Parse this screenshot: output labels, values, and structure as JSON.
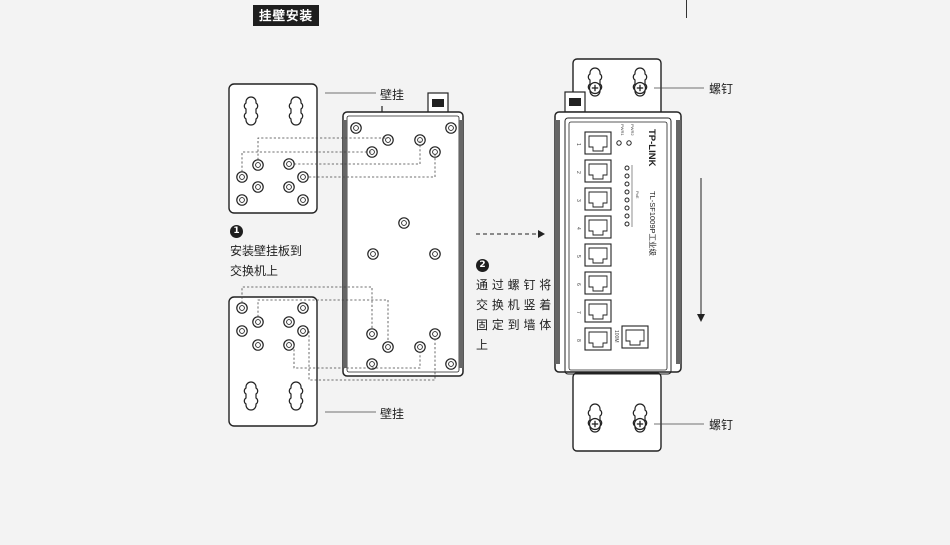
{
  "section_title": "挂壁安装",
  "labels": {
    "wall_mount_top": "壁挂",
    "wall_mount_bottom": "壁挂",
    "screw_top": "螺钉",
    "screw_bottom": "螺钉"
  },
  "steps": [
    {
      "number": "1",
      "lines": [
        "安装壁挂板到",
        "交换机上"
      ]
    },
    {
      "number": "2",
      "lines": [
        "通 过 螺 钉 将",
        "交 换 机 竖 着",
        "固 定 到 墙 体",
        "上"
      ]
    }
  ],
  "device": {
    "brand": "TP-LINK",
    "model": "TL-SF1009P工业级",
    "port_numbers": [
      "1",
      "2",
      "3",
      "4",
      "5",
      "6",
      "7",
      "8"
    ],
    "uplink_label": "100M",
    "top_led_labels": [
      "PWR1",
      "PWR2"
    ],
    "poe_label": "PoE"
  }
}
